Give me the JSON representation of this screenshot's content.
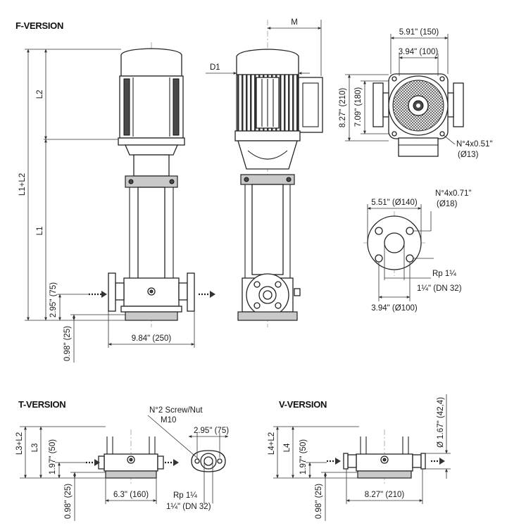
{
  "sections": {
    "f_version": "F-VERSION",
    "t_version": "T-VERSION",
    "v_version": "V-VERSION"
  },
  "f_version": {
    "l2": "L2",
    "l1_l2": "L1+L2",
    "l1": "L1",
    "dim_75": "2.95\" (75)",
    "dim_25": "0.98\" (25)",
    "dim_250": "9.84\" (250)",
    "m": "M",
    "d1": "D1",
    "dim_150": "5.91\" (150)",
    "dim_100_top": "3.94\" (100)",
    "dim_210": "8.27\" (210)",
    "dim_180": "7.09\" (180)",
    "holes_top_1": "N°4x0.51\"",
    "holes_top_2": "(Ø13)",
    "flange_140": "5.51\" (Ø140)",
    "holes_fl_1": "N°4x0.71\"",
    "holes_fl_2": "(Ø18)",
    "rp": "Rp 1¼",
    "dn32": "1¼\" (DN 32)",
    "flange_100": "3.94\" (Ø100)"
  },
  "t_version": {
    "l3_l2": "L3+L2",
    "l3": "L3",
    "dim_50": "1.97\" (50)",
    "dim_25": "0.98\" (25)",
    "dim_160": "6.3\" (160)",
    "screw_1": "N°2 Screw/Nut",
    "screw_2": "M10",
    "dim_75": "2.95\" (75)",
    "rp": "Rp 1¼",
    "dn32": "1¼\" (DN 32)"
  },
  "v_version": {
    "l4_l2": "L4+L2",
    "l4": "L4",
    "dim_50": "1.97\" (50)",
    "dim_25": "0.98\" (25)",
    "dim_210": "8.27\" (210)",
    "dim_42": "Ø 1.67\" (42,4)"
  }
}
